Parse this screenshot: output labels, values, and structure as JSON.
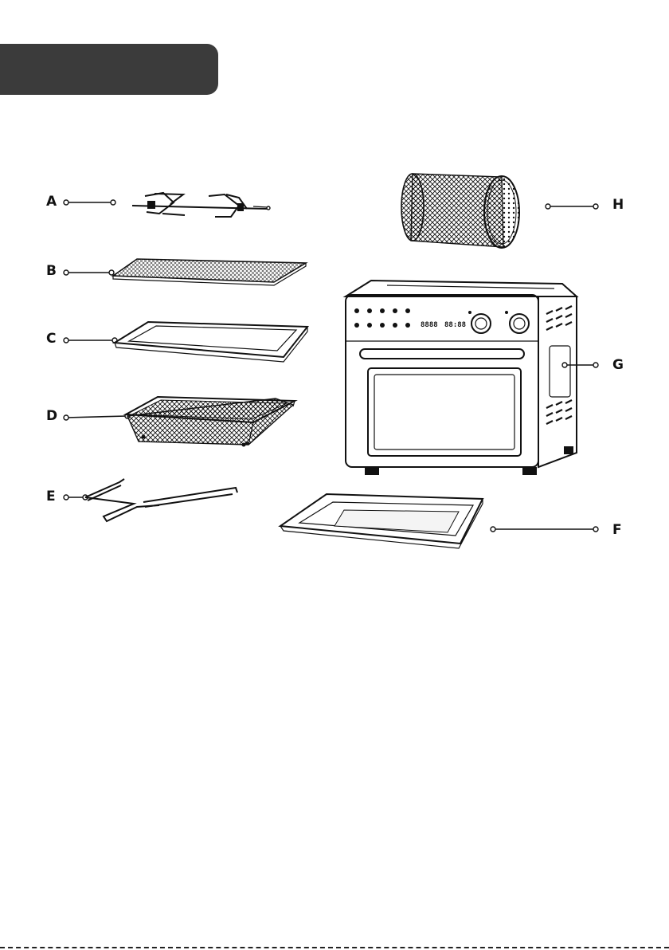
{
  "header": {
    "title": ""
  },
  "parts": [
    {
      "letter": "A",
      "name": "rotisserie-spit"
    },
    {
      "letter": "B",
      "name": "wire-rack"
    },
    {
      "letter": "C",
      "name": "baking-tray"
    },
    {
      "letter": "D",
      "name": "mesh-basket"
    },
    {
      "letter": "E",
      "name": "rotisserie-fork-remover"
    },
    {
      "letter": "F",
      "name": "drip-tray"
    },
    {
      "letter": "G",
      "name": "air-fryer-oven"
    },
    {
      "letter": "H",
      "name": "rotisserie-basket"
    }
  ],
  "oven_display": {
    "left": "8888",
    "right": "88:88"
  }
}
